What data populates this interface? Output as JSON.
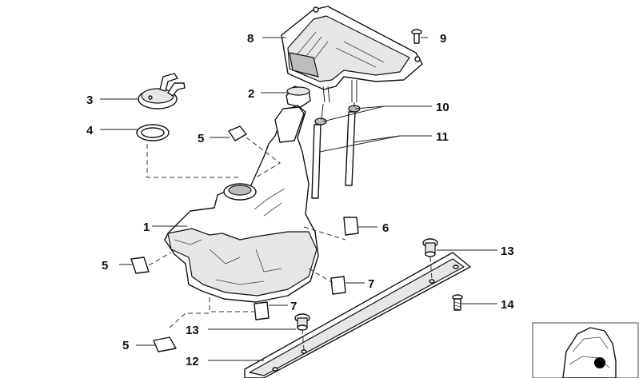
{
  "diagram": {
    "callouts": [
      {
        "id": "c1",
        "label": "1"
      },
      {
        "id": "c2",
        "label": "2"
      },
      {
        "id": "c3",
        "label": "3"
      },
      {
        "id": "c4",
        "label": "4"
      },
      {
        "id": "c5a",
        "label": "5"
      },
      {
        "id": "c5b",
        "label": "5"
      },
      {
        "id": "c5c",
        "label": "5"
      },
      {
        "id": "c6",
        "label": "6"
      },
      {
        "id": "c7a",
        "label": "7"
      },
      {
        "id": "c7b",
        "label": "7"
      },
      {
        "id": "c8",
        "label": "8"
      },
      {
        "id": "c9",
        "label": "9"
      },
      {
        "id": "c10",
        "label": "10"
      },
      {
        "id": "c11",
        "label": "11"
      },
      {
        "id": "c12",
        "label": "12"
      },
      {
        "id": "c13a",
        "label": "13"
      },
      {
        "id": "c13b",
        "label": "13"
      },
      {
        "id": "c14",
        "label": "14"
      }
    ]
  }
}
